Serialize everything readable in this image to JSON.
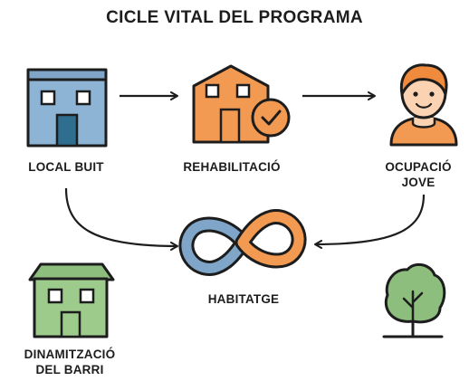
{
  "title": "CICLE VITAL DEL PROGRAMA",
  "nodes": {
    "local_buit": {
      "label": "LOCAL BUIT",
      "icon": "building-icon"
    },
    "rehabilitacio": {
      "label": "REHABILITACIÓ",
      "icon": "house-check-icon"
    },
    "ocupacio_jove": {
      "label_line1": "OCUPACIÓ",
      "label_line2": "JOVE",
      "icon": "person-icon"
    },
    "habitatge": {
      "label": "HABITATGE",
      "icon": "infinity-loop-icon"
    },
    "dinamitzacio_barri": {
      "label_line1": "DINAMITZACIÓ",
      "label_line2": "DEL BARRI",
      "icon": "house-green-icon"
    },
    "tree": {
      "icon": "tree-icon"
    }
  },
  "colors": {
    "blue": "#7FA6C9",
    "orange": "#F39A52",
    "green": "#8DBE7E",
    "outline": "#1d1d1d"
  }
}
